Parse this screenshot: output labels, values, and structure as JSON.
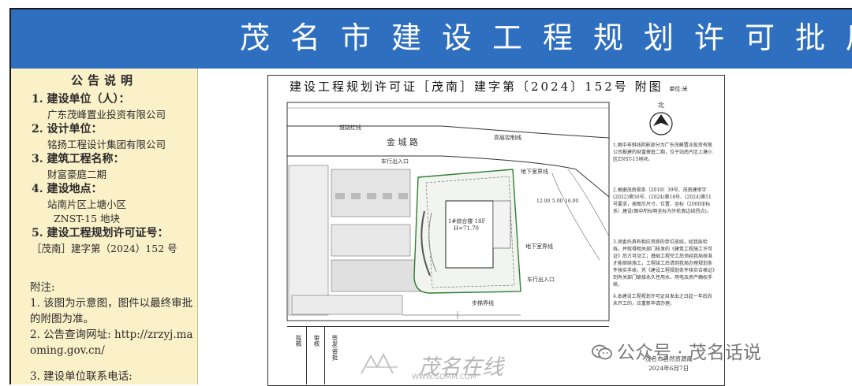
{
  "banner": {
    "title": "茂名市建设工程规划许可批后公告"
  },
  "sidebar": {
    "title": "公告说明",
    "items": [
      {
        "heading": "1. 建设单位（人）：",
        "value": "广东茂峰置业投资有限公司"
      },
      {
        "heading": "2. 设计单位：",
        "value": "铭扬工程设计集团有限公司"
      },
      {
        "heading": "3. 建筑工程名称：",
        "value": "财富豪庭二期"
      },
      {
        "heading": "4. 建设地点：",
        "value": "站南片区上塘小区",
        "value2": "ZNST-15 地块"
      },
      {
        "heading": "5. 建设工程规划许可证号：",
        "value": "［茂南］建字第（2024）152 号"
      }
    ],
    "notes_title": "附注:",
    "notes": [
      "1. 该图为示意图，图件以最终审批的附图为准。",
      "2. 公告查询网址: http://zrzyj.maoming.gov.cn/",
      "3. 建设单位联系电话:"
    ]
  },
  "drawing": {
    "title": "建设工程规划许可证［茂南］建字第〔2024〕152号 附图",
    "unit": "单位:米",
    "north": "北",
    "road": "金  城  路",
    "labels": {
      "red_line_top": "道路红线",
      "red_line_right": "高层控制线",
      "entry_top": "车行出入口",
      "entry_right": "车行出入口",
      "building": "1#综合楼 18F",
      "building_sub": "H=71.70",
      "basement_1": "地下室界线",
      "basement_2": "地下室界线",
      "step_line": "步梯界线",
      "dim_1": "12.00",
      "dim_2": "5.00",
      "dim_3": "16.00"
    },
    "notes": [
      "1.图中非斜线阴影部分为广东茂峰置业投资有限公司报建的财富豪庭二期，位于站南片区上塘小区ZNST-15地块。",
      "2.根据茂南规条〔2019〕39号、茂南建审字(2022)第50号、(2024)第18号、(2024)第51号要求，按图示尺寸、位置、坐标（2000坐标系）建设(图中所标明坐标为外轮廓边线拐点)。",
      "3.须委托具有相应资质的单位放线，经我局验线，并取得相关部门核发的《建筑工程施工许可证》后方可动工；基础工程完工后须经我局核准才能继续施工，工程竣工后请到我局办理规划条件核实手续，凭《建设工程规划条件核实合格证》到有关部门联接永久性用水、用电及房产确权手续。",
      "4.本建设工程规划许可证自发出之日起一年后尚未开工的，应重新申请办理。"
    ],
    "sig_labels": [
      "拟稿",
      "审核",
      "签发/审批"
    ],
    "issuer": "茂名市自然资源局",
    "date": "2024年6月7日"
  },
  "watermarks": {
    "site": "茂名在线",
    "site_url": "WWW.GDMM.COM",
    "wechat": "公众号 · 茂名话说"
  }
}
